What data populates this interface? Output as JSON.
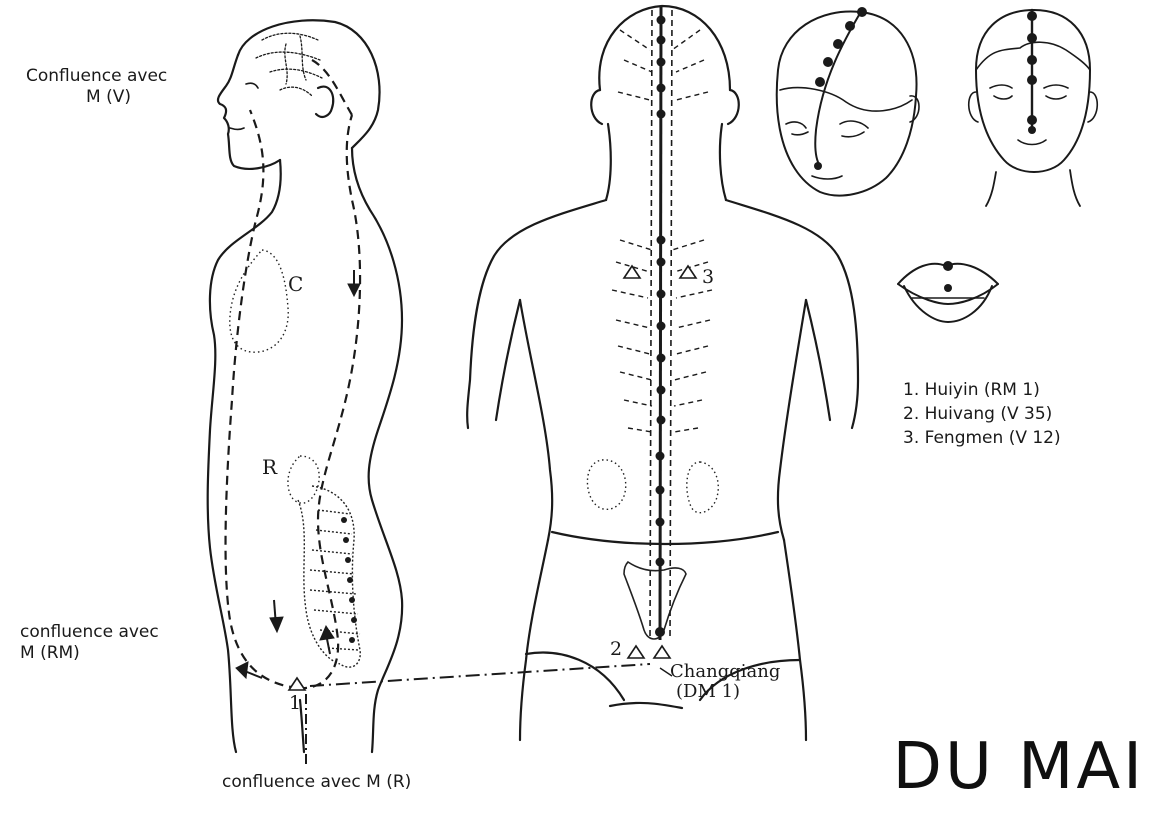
{
  "labels": {
    "confluence_v_line1": "Confluence avec",
    "confluence_v_line2": "M (V)",
    "confluence_rm_line1": "confluence avec",
    "confluence_rm_line2": "M (RM)",
    "confluence_r": "confluence avec M (R)",
    "organ_c": "C",
    "organ_r": "R",
    "point_1": "1",
    "point_2": "2",
    "point_3": "3",
    "changqiang_line1": "Changqiang",
    "changqiang_line2": "(DM 1)"
  },
  "legend": [
    "1. Huiyin (RM 1)",
    "2. Huivang (V 35)",
    "3. Fengmen (V 12)"
  ],
  "title": "DU MAI"
}
